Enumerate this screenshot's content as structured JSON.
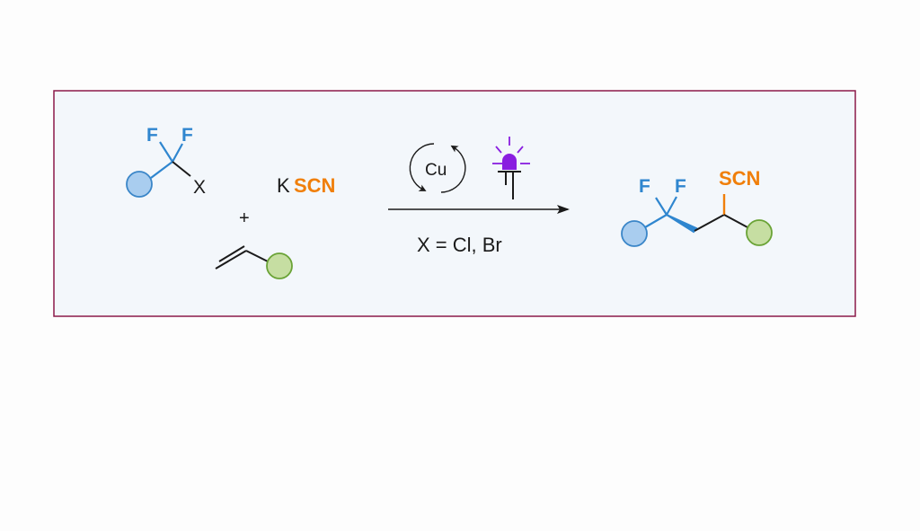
{
  "colors": {
    "frame_border": "#8b1a4a",
    "frame_fill": "#f3f7fb",
    "fluorine_blue": "#2f86cf",
    "scn_orange": "#f07f0a",
    "blue_ball": "#a9cdef",
    "blue_ball_stroke": "#3a86c8",
    "green_ball": "#c6dea2",
    "green_ball_stroke": "#6aa336",
    "led_purple": "#8a1ee0",
    "bond_black": "#1a1a1a"
  },
  "reactant1": {
    "f1": "F",
    "f2": "F",
    "x": "X"
  },
  "plus": "+",
  "reagent": {
    "k": "K",
    "scn": "SCN"
  },
  "catalyst": {
    "label": "Cu"
  },
  "conditions": {
    "below_arrow": "X = Cl, Br"
  },
  "product": {
    "f1": "F",
    "f2": "F",
    "scn": "SCN"
  },
  "icons": [
    "cycle-arrows-icon",
    "led-light-icon",
    "reaction-arrow-icon"
  ]
}
